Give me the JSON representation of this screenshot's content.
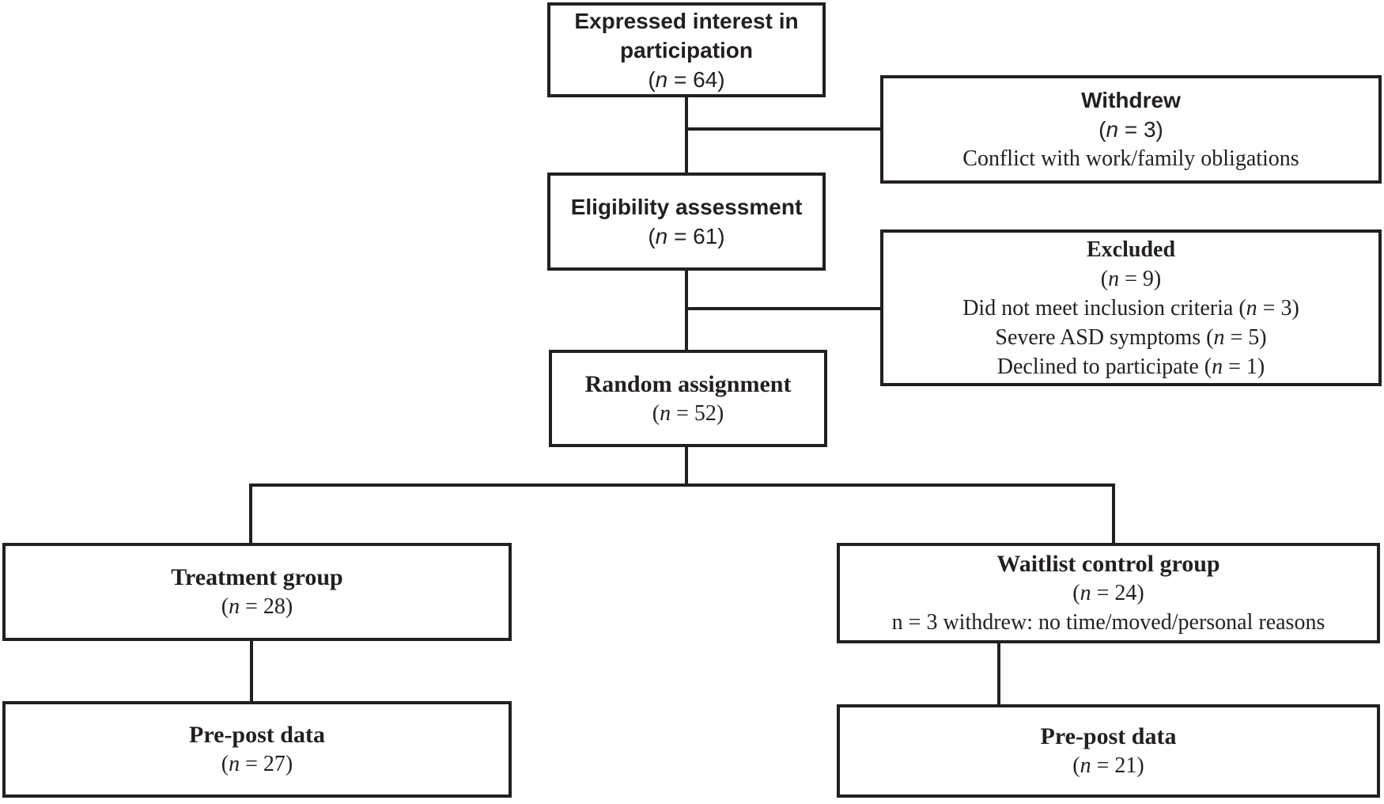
{
  "diagram": {
    "boxes": {
      "expressed": {
        "title1": "Expressed interest in",
        "title2": "participation",
        "count": {
          "pre": "(",
          "n": "n",
          "post": " = 64)"
        }
      },
      "withdrew": {
        "title": "Withdrew",
        "count": {
          "pre": "(",
          "n": "n",
          "post": " = 3)"
        },
        "reason": "Conflict with work/family obligations"
      },
      "eligibility": {
        "title": "Eligibility assessment",
        "count": {
          "pre": "(",
          "n": "n",
          "post": " = 61)"
        }
      },
      "excluded": {
        "title": "Excluded",
        "count": {
          "pre": "(",
          "n": "n",
          "post": " = 9)"
        },
        "reasons": [
          {
            "pre": "Did not meet inclusion criteria (",
            "n": "n",
            "post": " = 3)"
          },
          {
            "pre": "Severe ASD symptoms (",
            "n": "n",
            "post": " = 5)"
          },
          {
            "pre": "Declined to participate (",
            "n": "n",
            "post": " = 1)"
          }
        ]
      },
      "random": {
        "title": "Random assignment",
        "count": {
          "pre": "(",
          "n": "n",
          "post": " = 52)"
        }
      },
      "treatment": {
        "title": "Treatment group",
        "count": {
          "pre": "(",
          "n": "n",
          "post": " = 28)"
        }
      },
      "waitlist": {
        "title": "Waitlist control group",
        "count": {
          "pre": "(",
          "n": "n",
          "post": " = 24)"
        },
        "note": "n = 3 withdrew: no time/moved/personal reasons"
      },
      "prepost_left": {
        "title": "Pre-post data",
        "count": {
          "pre": "(",
          "n": "n",
          "post": " = 27)"
        }
      },
      "prepost_right": {
        "title": "Pre-post data",
        "count": {
          "pre": "(",
          "n": "n",
          "post": " = 21)"
        }
      }
    }
  }
}
